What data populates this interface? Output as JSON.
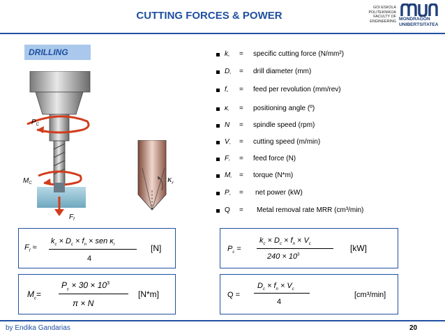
{
  "header": {
    "title": "CUTTING FORCES & POWER",
    "school_lines": [
      "GOI ESKOLA",
      "POLITEKNIKOA",
      "FACULTY OF",
      "ENGINEERING"
    ],
    "brand_lines": [
      "MONDRAGON",
      "UNIBERTSITATEA"
    ],
    "brand_color": "#1f4fa0"
  },
  "section_label": "DRILLING",
  "figure_labels": {
    "pc": "P",
    "pc_sub": "C",
    "mc": "M",
    "mc_sub": "C",
    "ff": "F",
    "ff_sub": "f",
    "kappa": "κ",
    "kappa_sub": "r"
  },
  "definitions": [
    {
      "symbol": "k",
      "sub": "c",
      "equals": "=",
      "text": "specific cutting force (N/mm²)"
    },
    {
      "symbol": "D",
      "sub": "c",
      "equals": "=",
      "text": "drill diameter (mm)"
    },
    {
      "symbol": "f",
      "sub": "n",
      "equals": "=",
      "text": "feed per revolution (mm/rev)"
    },
    {
      "symbol": "κ",
      "sub": "r",
      "equals": "=",
      "text": "positioning angle (º)"
    },
    {
      "symbol": "N",
      "sub": "",
      "equals": "=",
      "text": "spindle speed (rpm)"
    },
    {
      "symbol": "V",
      "sub": "c",
      "equals": "=",
      "text": "cutting speed (m/min)"
    },
    {
      "symbol": "F",
      "sub": "f",
      "equals": "=",
      "text": "feed force (N)"
    },
    {
      "symbol": "M",
      "sub": "c",
      "equals": "=",
      "text": "torque (N*m)"
    },
    {
      "symbol": "P",
      "sub": "c",
      "equals": "=",
      "text": "net power (kW)"
    },
    {
      "symbol": "Q",
      "sub": "",
      "equals": "=",
      "text": "Metal removal rate MRR (cm³/min)"
    }
  ],
  "formulas": {
    "ff": {
      "lhs": "F",
      "lhs_sub": "f",
      "rel": "≈",
      "num": "k",
      "num_parts": [
        "c",
        " × D",
        "c",
        " × f",
        "n",
        " × sen  κ",
        "r"
      ],
      "den": "4",
      "unit": "[N]"
    },
    "pc": {
      "lhs": "P",
      "lhs_sub": "c",
      "rel": "=",
      "num_parts": [
        "c",
        " × D",
        "c",
        " × f",
        "n",
        " × V",
        "c"
      ],
      "den": "240 × 10",
      "den_sup": "3",
      "unit": "[kW]"
    },
    "mc": {
      "lhs": "M",
      "lhs_sub": "c",
      "rel": "=",
      "num": "P",
      "num_tail": " × 30 × 10",
      "num_sup": "3",
      "den": "π × N",
      "unit": "[N*m]"
    },
    "q": {
      "lhs": "Q",
      "rel": "=",
      "num_parts": [
        "c",
        " × f",
        "n",
        " × V",
        "c"
      ],
      "den": "4",
      "unit": "[cm³/min]"
    }
  },
  "footer": {
    "author": "by Endika Gandarias",
    "page": "20"
  }
}
